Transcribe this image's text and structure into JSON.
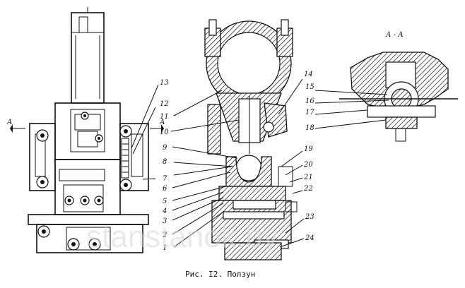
{
  "figure": {
    "caption": "Рис. I2. Ползун",
    "section_label": "А - А",
    "section_mark": "А",
    "watermark": "stanstanok.by"
  },
  "callouts": [
    "1",
    "2",
    "3",
    "4",
    "5",
    "6",
    "7",
    "8",
    "9",
    "10",
    "11",
    "12",
    "13",
    "14",
    "15",
    "16",
    "17",
    "18",
    "19",
    "20",
    "21",
    "22",
    "23",
    "24"
  ]
}
